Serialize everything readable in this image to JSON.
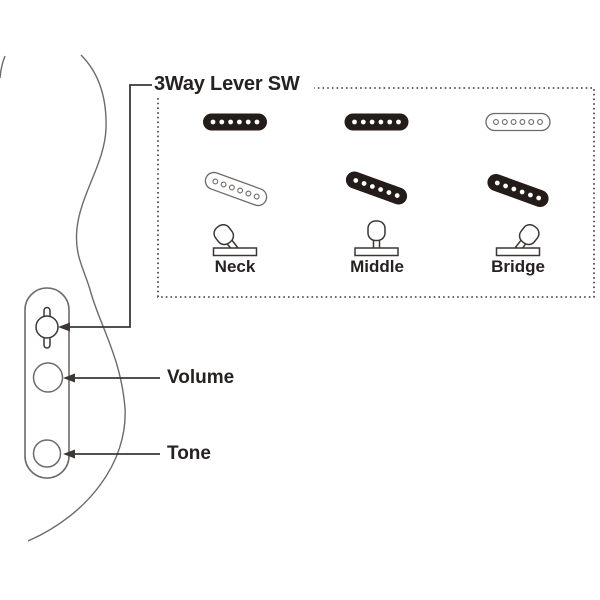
{
  "diagram": {
    "callout_title": "3Way Lever SW",
    "positions": [
      {
        "label": "Neck",
        "straight_pickup": "active",
        "angled_pickup": "inactive",
        "lever": "left"
      },
      {
        "label": "Middle",
        "straight_pickup": "active",
        "angled_pickup": "active",
        "lever": "center"
      },
      {
        "label": "Bridge",
        "straight_pickup": "inactive",
        "angled_pickup": "active",
        "lever": "right"
      }
    ],
    "controls": {
      "volume_label": "Volume",
      "tone_label": "Tone"
    },
    "icons": {
      "straight_pickup": "single-coil-pickup-icon",
      "angled_pickup": "angled-single-coil-pickup-icon",
      "lever": "lever-switch-icon",
      "switch_tip": "switch-tip-icon"
    },
    "colors": {
      "pickup_active": "#231c18",
      "outline_gray": "#6e6a67",
      "line_dark": "#3c3735",
      "text_color": "#262220",
      "bg": "#ffffff"
    }
  }
}
